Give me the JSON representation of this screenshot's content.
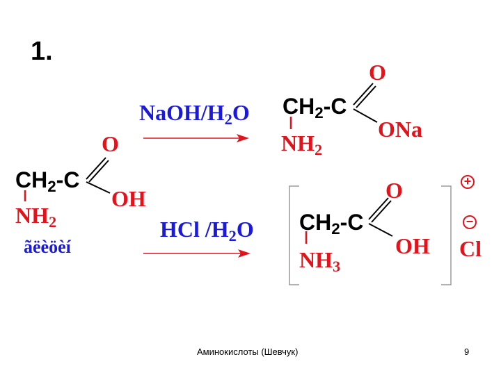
{
  "slide": {
    "number_label": "1.",
    "footer_title": "Аминокислоты (Шевчук)",
    "page_number": "9"
  },
  "reactant": {
    "chain_ch": "CH",
    "chain_sub": "2",
    "chain_c": "-C",
    "oxygen": "O",
    "hydroxyl": "OH",
    "amine": "NH",
    "amine_sub": "2",
    "name": "ãëèöèí"
  },
  "reaction_top": {
    "reagent_main": "NaOH/H",
    "reagent_sub": "2",
    "reagent_tail": "O",
    "product": {
      "chain_ch": "CH",
      "chain_sub": "2",
      "chain_c": "-C",
      "oxygen": "O",
      "salt": "ONa",
      "amine": "NH",
      "amine_sub": "2"
    }
  },
  "reaction_bottom": {
    "reagent_main": "HCl /H",
    "reagent_sub": "2",
    "reagent_tail": "O",
    "product": {
      "chain_ch": "CH",
      "chain_sub": "2",
      "chain_c": "-C",
      "oxygen": "O",
      "hydroxyl": "OH",
      "ammonium": "NH",
      "ammonium_sub": "3",
      "plus_charge": "+",
      "minus_charge": "−",
      "counter_ion": "Cl"
    }
  },
  "colors": {
    "red": "#e0141c",
    "blue": "#1a1ad8",
    "black": "#000000",
    "bracket": "#9a9a9a"
  }
}
